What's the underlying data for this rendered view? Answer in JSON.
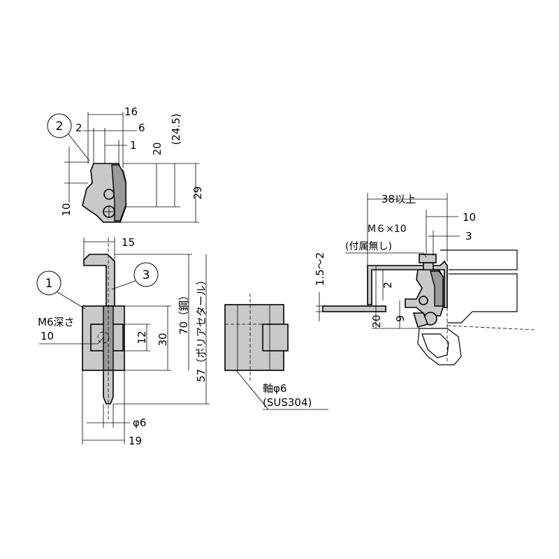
{
  "callouts": {
    "c1": "1",
    "c2": "2",
    "c3": "3"
  },
  "top_view": {
    "d16": "16",
    "d2": "2",
    "d6": "6",
    "d1": "1",
    "d20": "20",
    "d24_5": "(24.5)",
    "d10": "10",
    "d29": "29"
  },
  "front_view": {
    "d15": "15",
    "m6_line1": "M6深さ",
    "m6_line2": "10",
    "d12": "12",
    "d30": "30",
    "d70": "70（鋼）",
    "d57": "57（ポリアセタール）",
    "phi6": "φ6",
    "d19": "19"
  },
  "side_view": {
    "shaft_line1": "軸φ6",
    "shaft_line2": "(SUS304)"
  },
  "install_view": {
    "d38": "38以上",
    "d10": "10",
    "m6_line1": "M６×10",
    "m6_line2": "(付属無し)",
    "d3": "3",
    "d1_5": "1.5～2",
    "d2": "2",
    "d20": "20",
    "d9": "9"
  }
}
